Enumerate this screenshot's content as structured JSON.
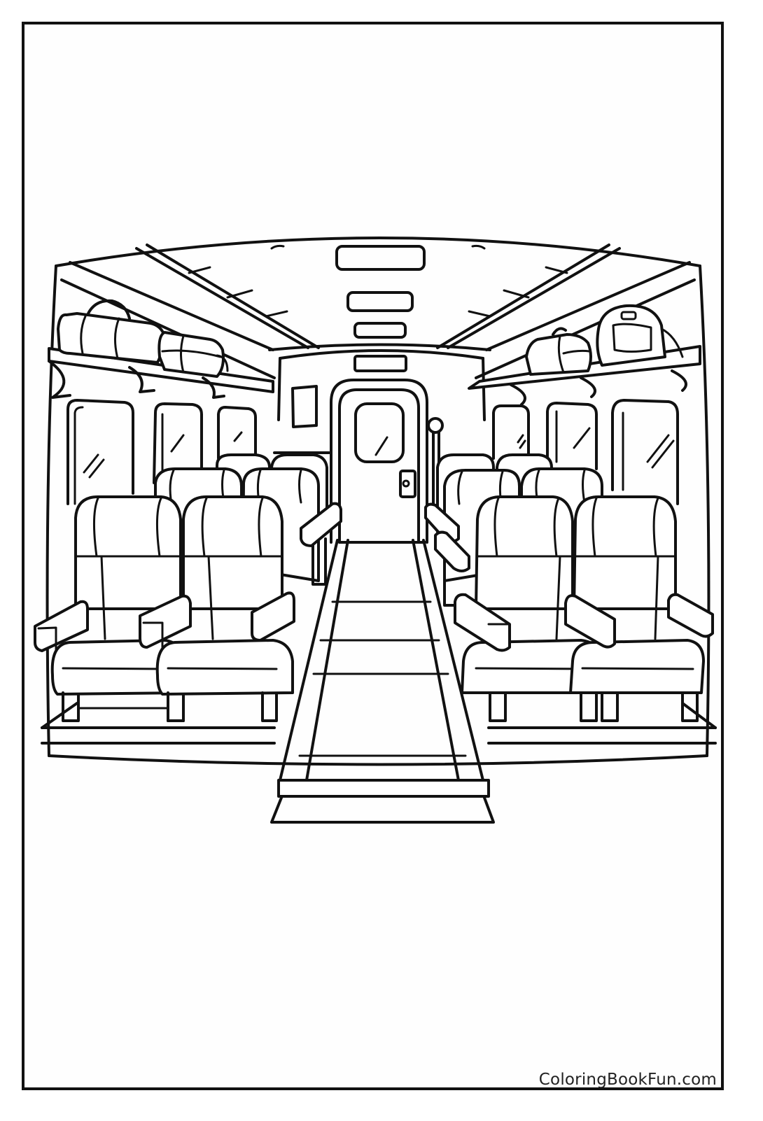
{
  "page": {
    "type": "coloring-page",
    "subject": "Train passenger car interior",
    "line_color": "#111111",
    "background_color": "#ffffff"
  },
  "illustration": {
    "elements": [
      "curved ceiling with three recessed lights",
      "ceiling trim rails on both sides",
      "overhead luggage racks with bags (left and right)",
      "side windows with glare marks (3 per side)",
      "end door with rounded window and handle plate",
      "wall sign panel above door",
      "framed picture on end wall",
      "vertical grab pole with round knob",
      "two rows of double seats on each side (front and back)",
      "center aisle runner with step"
    ]
  },
  "watermark": {
    "text": "ColoringBookFun.com"
  }
}
